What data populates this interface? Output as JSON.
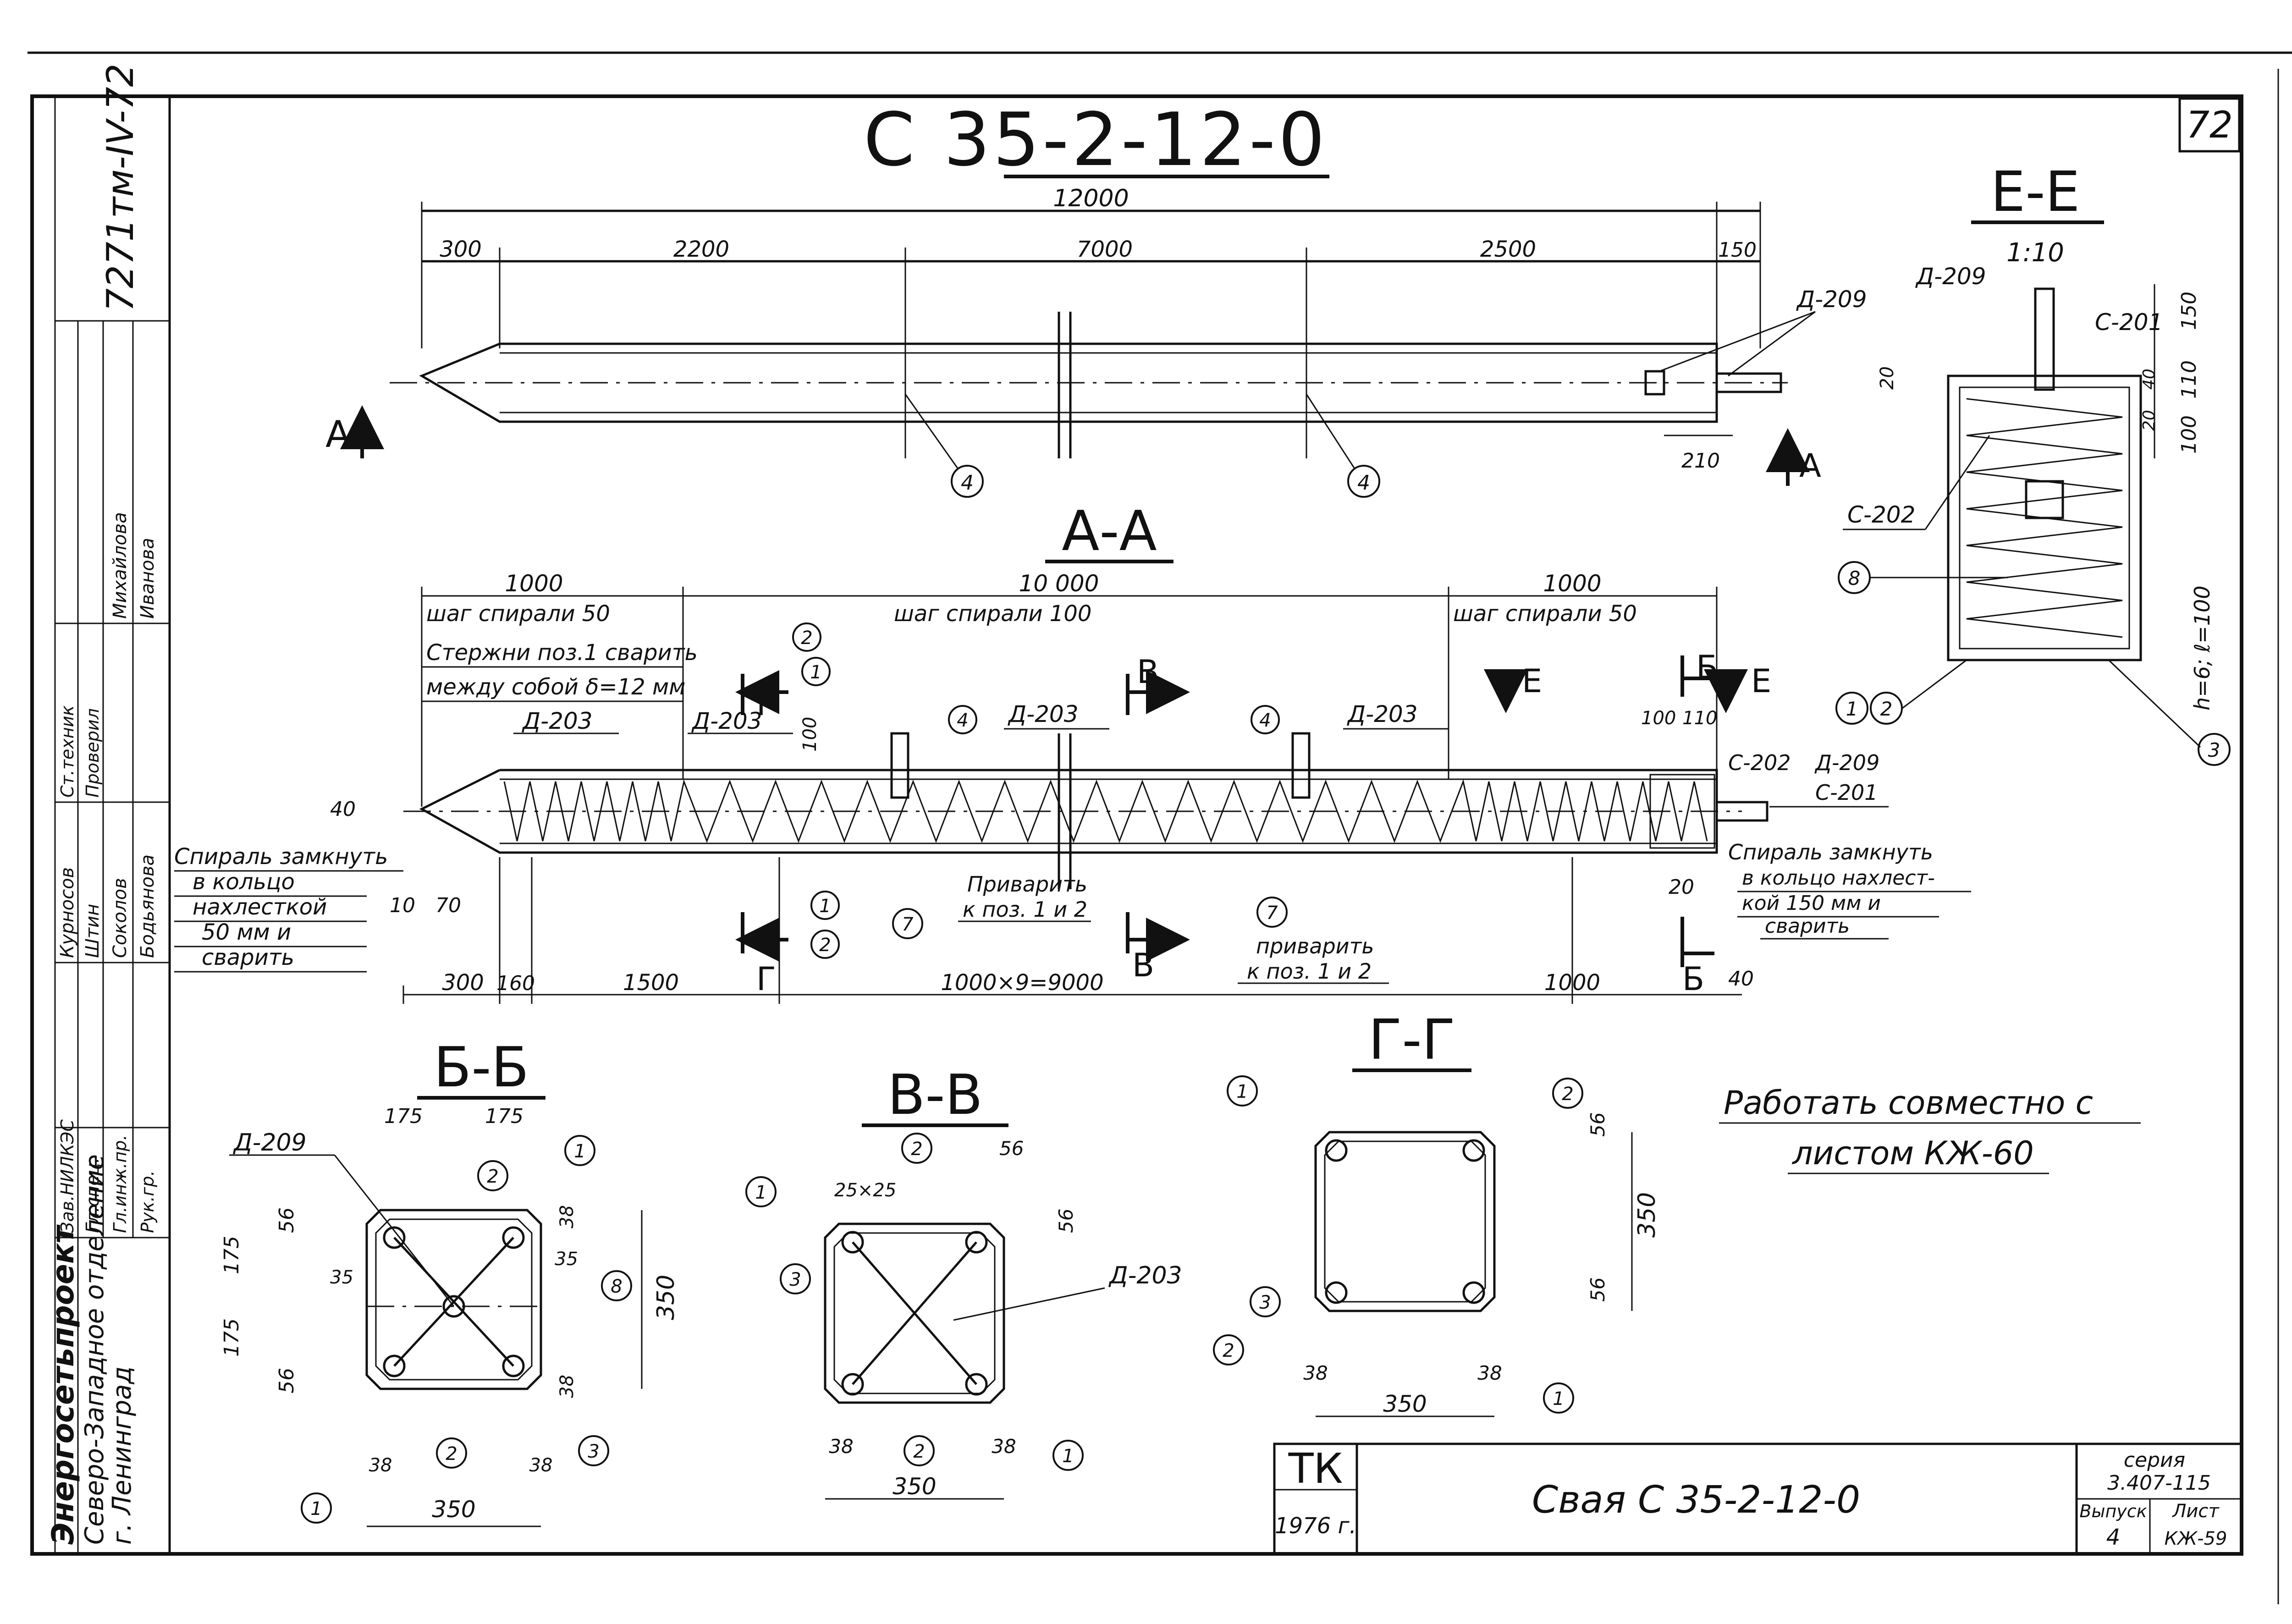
{
  "sheet": {
    "number": "72",
    "main_title": "С 35-2-12-0",
    "note_line1": "Работать совместно с",
    "note_line2": "листом КЖ-60"
  },
  "side_stamp": {
    "doc_code": "7271тм-IV-72",
    "org1": "Энергосетьпроект",
    "org2": "Северо-Западное отделение",
    "org3": "г. Ленинград",
    "roles": [
      "Зав.НИЛКЭС",
      "Гл.спец.",
      "Гл.инж.пр.",
      "Рук.гр.",
      "Ст.техник",
      "Проверил"
    ],
    "names": [
      "Курносов",
      "Штин",
      "Соколов",
      "Бодьянова",
      "Михайлова",
      "Иванова"
    ]
  },
  "title_block": {
    "org": "ТК",
    "year": "1976 г.",
    "name": "Свая С 35-2-12-0",
    "series_label": "серия",
    "series": "3.407-115",
    "issue_label": "Выпуск",
    "issue": "4",
    "sheet_label": "Лист",
    "sheet": "КЖ-59"
  },
  "elevation": {
    "total": "12000",
    "dims": [
      "300",
      "2200",
      "7000",
      "2500",
      "150"
    ],
    "end_dim": "210",
    "part_mark": "Д-209",
    "section_mark": "А",
    "callout": "4"
  },
  "section_aa": {
    "title": "А-А",
    "top_dims": [
      "1000",
      "10 000",
      "1000"
    ],
    "pitch1": "шаг спирали 50",
    "pitch2": "шаг спирали 100",
    "pitch3": "шаг спирали 50",
    "weld_note1": "Стержни поз.1 сварить",
    "weld_note2": "между собой δ=12 мм",
    "parts": [
      "Д-203",
      "Д-203",
      "Д-203",
      "Д-203"
    ],
    "right_parts": [
      "С-202",
      "Д-209",
      "С-201"
    ],
    "cut_marks": [
      "Г",
      "В",
      "Е",
      "Б"
    ],
    "small_dims": [
      "100",
      "110",
      "40",
      "10",
      "70",
      "20",
      "40",
      "100"
    ],
    "bottom_dims": [
      "300",
      "160",
      "1500",
      "1000×9=9000",
      "1000"
    ],
    "left_note": [
      "Спираль замкнуть",
      "в кольцо",
      "нахлесткой",
      "50 мм и",
      "сварить"
    ],
    "right_note": [
      "Спираль замкнуть",
      "в кольцо нахлест-",
      "кой 150 мм и",
      "сварить"
    ],
    "weld_note_a": [
      "Приварить",
      "к поз. 1 и 2"
    ],
    "weld_note_b": [
      "приварить",
      "к поз. 1 и 2"
    ],
    "callouts": [
      "1",
      "2",
      "4",
      "7"
    ]
  },
  "section_ee": {
    "title": "Е-Е",
    "scale": "1:10",
    "parts": [
      "Д-209",
      "С-201",
      "С-202"
    ],
    "dims": [
      "150",
      "110",
      "100",
      "20",
      "40",
      "20"
    ],
    "note": "h=6; ℓ=100",
    "callouts": [
      "8",
      "1",
      "2",
      "3"
    ]
  },
  "section_bb": {
    "title": "Б-Б",
    "part": "Д-209",
    "dims": [
      "175",
      "175",
      "175",
      "175",
      "56",
      "56",
      "38",
      "38",
      "35",
      "35",
      "350",
      "38",
      "38",
      "350"
    ],
    "callouts": [
      "1",
      "2",
      "8",
      "2",
      "3",
      "1"
    ]
  },
  "section_vv": {
    "title": "В-В",
    "part": "Д-203",
    "chamfer": "25×25",
    "dims": [
      "56",
      "56",
      "38",
      "38",
      "350"
    ],
    "callouts": [
      "1",
      "2",
      "3",
      "2",
      "1"
    ]
  },
  "section_gg": {
    "title": "Г-Г",
    "dims": [
      "56",
      "56",
      "350",
      "38",
      "38",
      "350"
    ],
    "callouts": [
      "1",
      "2",
      "3",
      "2",
      "1"
    ]
  }
}
